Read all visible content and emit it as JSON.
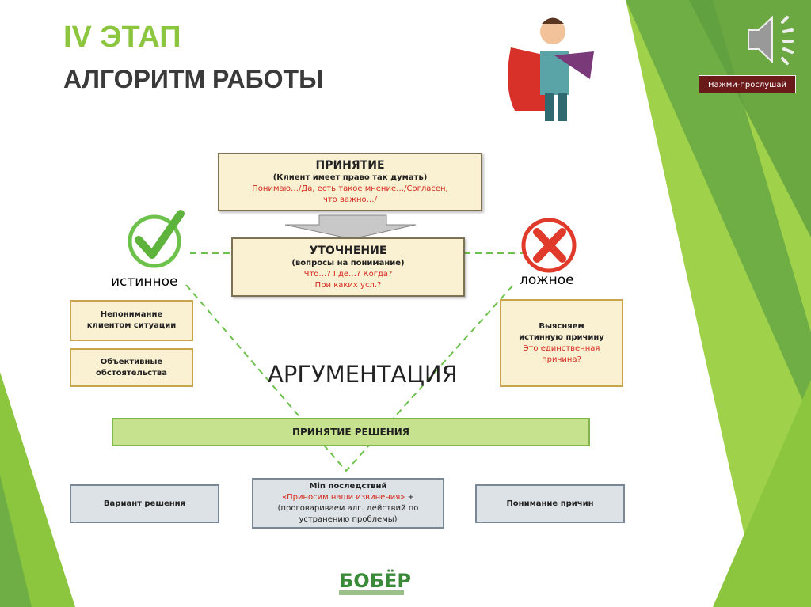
{
  "title": {
    "line1": "IV ЭТАП",
    "line2": "АЛГОРИТМ РАБОТЫ"
  },
  "audio": {
    "icon": "speaker-icon",
    "button_label": "Нажми-прослушай"
  },
  "acceptance": {
    "heading": "ПРИНЯТИЕ",
    "subtitle": "(Клиент имеет право так думать)",
    "phrases": "Понимаю…/Да, есть такое мнение…/Согласен, что важно…/"
  },
  "clarification": {
    "heading": "УТОЧНЕНИЕ",
    "subtitle": "(вопросы на понимание)",
    "line1": "Что…? Где…? Когда?",
    "line2": "При каких усл.?"
  },
  "true_branch": {
    "icon": "checkmark-icon",
    "label": "истинное",
    "items": [
      "Непонимание клиентом ситуации",
      "Объективные обстоятельства"
    ]
  },
  "false_branch": {
    "icon": "cross-icon",
    "label": "ложное",
    "line1": "Выясняем истинную причину",
    "line2": "Это единственная причина?"
  },
  "argumentation": "АРГУМЕНТАЦИЯ",
  "decision": "ПРИНЯТИЕ РЕШЕНИЯ",
  "outcomes": {
    "left": "Вариант решения",
    "center": {
      "line1": "Min последствий",
      "red": "«Приносим наши извинения»",
      "plus": " +",
      "line2": "(проговариваем алг. действий по устранению проблемы)"
    },
    "right": "Понимание причин"
  },
  "logo": {
    "text": "БОБЁР"
  },
  "colors": {
    "accent_green": "#8cc63f",
    "cream": "#faf0d2",
    "red_text": "#d42a1e",
    "button": "#6b1a1a"
  }
}
